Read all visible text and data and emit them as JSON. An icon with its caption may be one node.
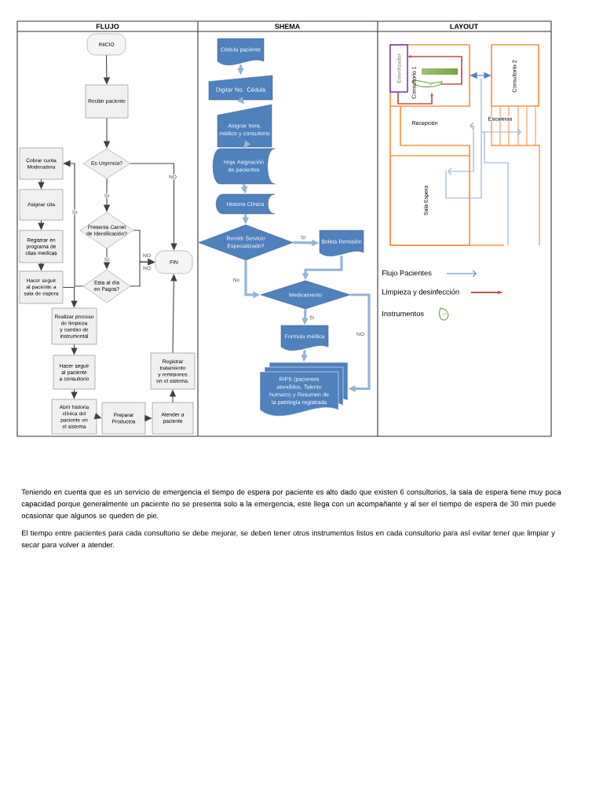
{
  "diagram": {
    "nodes": [
      {
        "text": [
          "INICIO"
        ]
      },
      {
        "text": [
          "Recibir paciente"
        ]
      },
      {
        "text": [
          "Es Urgencia?"
        ]
      },
      {
        "text": [
          "Presenta Carnet de Identificación?"
        ]
      },
      {
        "text": [
          "Esta al día en Pagos?"
        ]
      },
      {
        "text": [
          "FIN"
        ]
      },
      {
        "text": [
          "Cobrar cuota Moderadora"
        ]
      },
      {
        "text": [
          "Asignar cita"
        ]
      },
      {
        "text": [
          "Registrar en programa de citas medicas"
        ]
      },
      {
        "text": [
          "Hacer seguir al paciente a sala de espera"
        ]
      },
      {
        "text": [
          "Realizar proceso de limpieza y cambio de instrumental"
        ]
      },
      {
        "text": [
          "Hacer seguir al paciente a consultorio"
        ]
      },
      {
        "text": [
          "Abrir historia clínica del paciente en el sistema"
        ]
      },
      {
        "text": [
          "Preparar Productos"
        ]
      },
      {
        "text": [
          "Atender a paciente"
        ]
      },
      {
        "text": [
          "Registrar tratamiento y remisiones en el sistema."
        ]
      },
      {
        "text": [
          "Cédula paciente"
        ]
      },
      {
        "text": [
          "Digitar No. Cédula"
        ]
      },
      {
        "text": [
          "Asignar hora, médico y consultorio"
        ]
      },
      {
        "text": [
          "Hoja Asignación de pacientes"
        ]
      },
      {
        "text": [
          "Historia Clínica"
        ]
      },
      {
        "text": [
          "Remitir Servicio Especializado?"
        ]
      },
      {
        "text": [
          "Boleta Remisión"
        ]
      },
      {
        "text": [
          "Medicamento"
        ]
      },
      {
        "text": [
          "Formula médica"
        ]
      },
      {
        "text": [
          "RIPS (pacientes atendidos, Talento humano) y Resumen de la patología registrada"
        ]
      },
      {
        "text": [
          "Consultorio 1"
        ]
      },
      {
        "text": [
          "Esterilizador"
        ],
        "in": 26
      },
      {
        "text": [
          "Consultorio 2"
        ]
      }
    ],
    "edges": [
      {
        "from": 0,
        "to": 1,
        "arrow": "to"
      },
      {
        "from": 1,
        "to": 2,
        "arrow": "to"
      },
      {
        "from": 2,
        "to": 3,
        "arrow": "to",
        "label": "SI"
      },
      {
        "from": 2,
        "to": 5,
        "arrow": "to",
        "label": "NO"
      },
      {
        "from": 3,
        "to": 4,
        "arrow": "to",
        "label": "SI"
      },
      {
        "from": 3,
        "to": 5,
        "arrow": "to",
        "label": "NO"
      },
      {
        "from": 4,
        "to": 5,
        "arrow": "to",
        "label": "NO"
      },
      {
        "from": 4,
        "to": 6,
        "arrow": "to",
        "label": "SI"
      },
      {
        "from": 6,
        "to": 7,
        "arrow": "to"
      },
      {
        "from": 7,
        "to": 8,
        "arrow": "to"
      },
      {
        "from": 8,
        "to": 9,
        "arrow": "to"
      },
      {
        "from": 9,
        "to": 10,
        "arrow": "to"
      },
      {
        "from": 10,
        "to": 11,
        "arrow": "to"
      },
      {
        "from": 11,
        "to": 12,
        "arrow": "to"
      },
      {
        "from": 12,
        "to": 13,
        "arrow": "to"
      },
      {
        "from": 13,
        "to": 14,
        "arrow": "to"
      },
      {
        "from": 14,
        "to": 15,
        "arrow": "to"
      },
      {
        "from": 15,
        "to": 5,
        "arrow": "to"
      },
      {
        "from": 16,
        "to": 17,
        "arrow": "to",
        "style": "thick",
        "color": "#95b3d7"
      },
      {
        "from": 17,
        "to": 18,
        "arrow": "to",
        "style": "thick",
        "color": "#95b3d7"
      },
      {
        "from": 18,
        "to": 19,
        "arrow": "to",
        "style": "thick",
        "color": "#95b3d7"
      },
      {
        "from": 19,
        "to": 20,
        "arrow": "to",
        "style": "thick",
        "color": "#95b3d7"
      },
      {
        "from": 20,
        "to": 21,
        "arrow": "to",
        "style": "thick",
        "color": "#95b3d7"
      },
      {
        "from": 21,
        "to": 22,
        "arrow": "to",
        "label": "SI",
        "style": "thick",
        "color": "#95b3d7"
      },
      {
        "from": 22,
        "to": 23,
        "arrow": "to",
        "style": "thick",
        "color": "#95b3d7"
      },
      {
        "from": 21,
        "to": 23,
        "arrow": "to",
        "label": "No",
        "style": "thick",
        "color": "#95b3d7"
      },
      {
        "from": 23,
        "to": 24,
        "arrow": "to",
        "label": "Si",
        "style": "thick",
        "color": "#95b3d7"
      },
      {
        "from": 23,
        "to": 25,
        "arrow": "to",
        "label": "NO",
        "style": "thick",
        "color": "#95b3d7"
      },
      {
        "from": 24,
        "to": 25,
        "arrow": "to",
        "style": "thick",
        "color": "#95b3d7"
      },
      {
        "from": 26,
        "to": 28,
        "arrow": "both",
        "color": "#4f81bd"
      }
    ],
    "labels": [
      "FLUJO",
      "SHEMA",
      "LAYOUT",
      "Recepción",
      "Escaleras",
      "Sala Espera",
      "Teniendo en cuenta que es un servicio de emergencia el tiempo de espera por paciente es alto dado que existen 6 consultorios, la sala de espera tiene muy poca capacidad porque generalmente un paciente no se presenta solo a la emergencia, este llega con un acompañante y al ser el tiempo de espera de 30 min puede ocasionar que algunos se queden de pie.",
      "El tiempo entre pacientes para cada consultorio se debe mejorar, se deben tener otros instrumentos listos en cada consultorio para así evitar tener que limpiar y secar para volver a atender."
    ],
    "legend": [
      {
        "text": "Flujo Pacientes"
      },
      {
        "text": "Limpieza y desinfección"
      },
      {
        "text": "Instrumentos"
      }
    ]
  }
}
